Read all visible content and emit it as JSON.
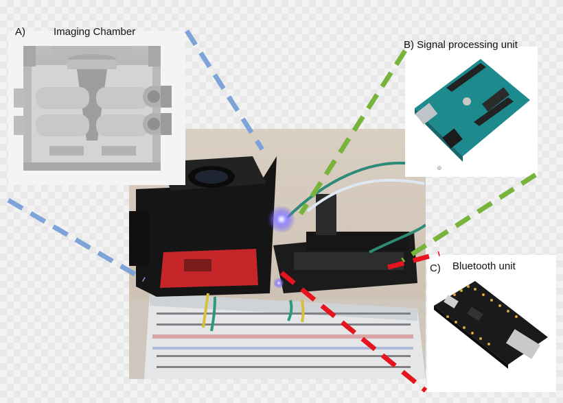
{
  "labels": {
    "a_letter": "A)",
    "a_title": "Imaging Chamber",
    "b_text": "B)  Signal processing unit",
    "c_letter": "C)",
    "c_title": "Bluetooth unit"
  },
  "colors": {
    "blue_dash": "#7ea3d8",
    "green_dash": "#78b43c",
    "red_dash": "#e5141e"
  }
}
